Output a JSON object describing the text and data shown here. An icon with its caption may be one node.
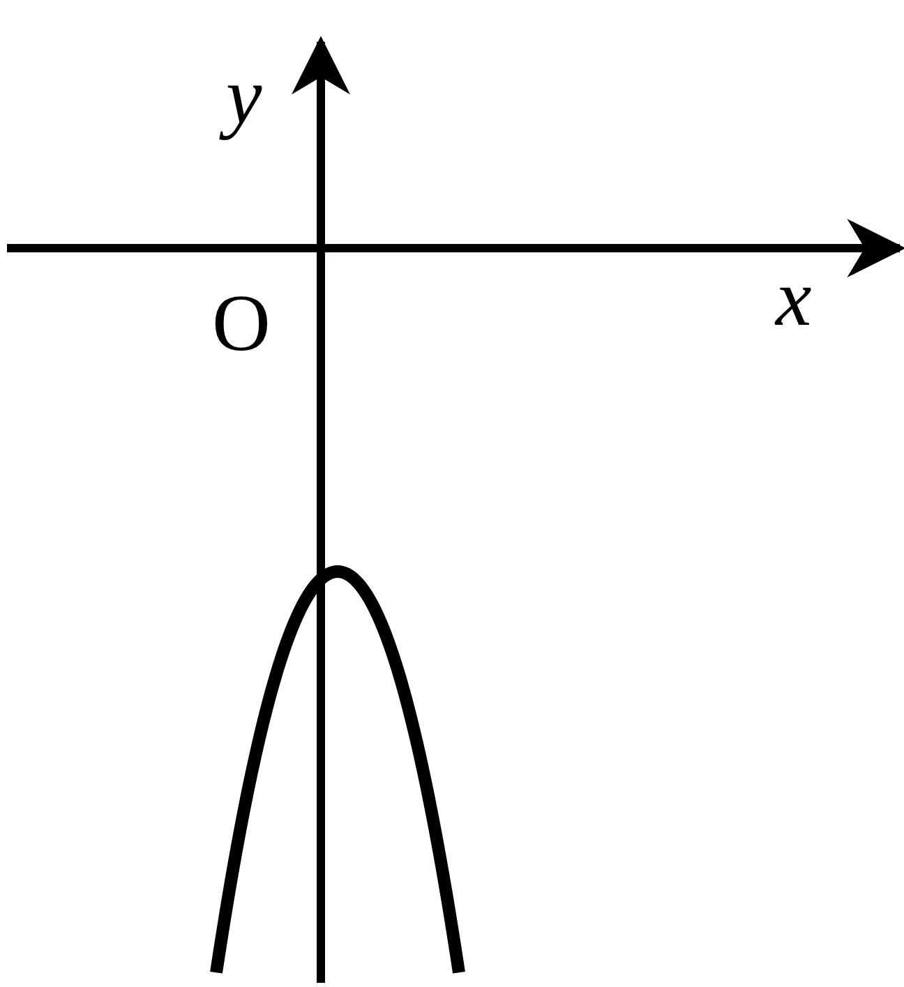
{
  "diagram": {
    "labels": [
      "y",
      "O",
      "x"
    ]
  }
}
